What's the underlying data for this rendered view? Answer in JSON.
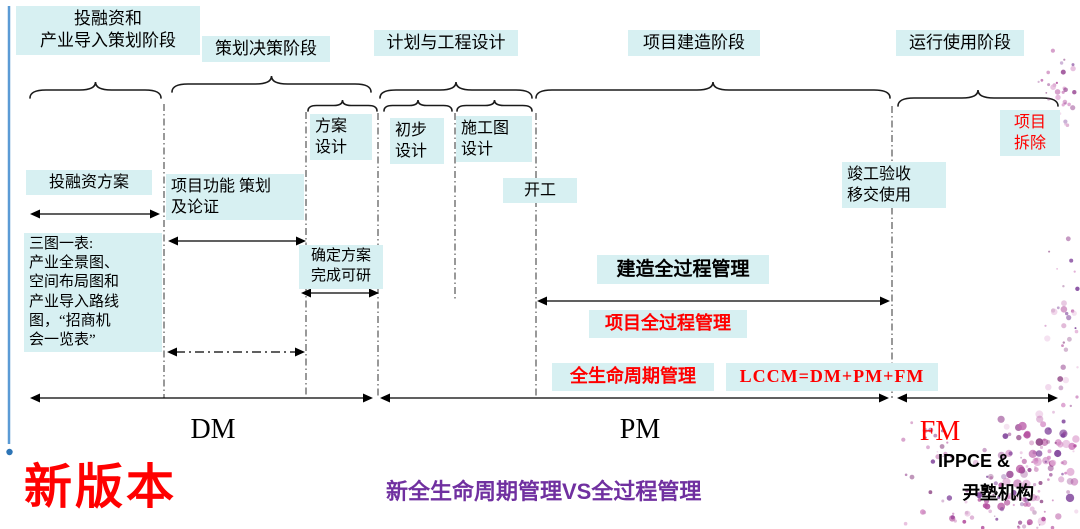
{
  "phases": {
    "p1": "投融资和\n产业导入策划阶段",
    "p2": "策划决策阶段",
    "p3": "计划与工程设计",
    "p4": "项目建造阶段",
    "p5": "运行使用阶段"
  },
  "stages": {
    "scheme": "方案\n设计",
    "preliminary": "初步\n设计",
    "construction_drawing": "施工图\n设计",
    "demolition": "项目\n拆除"
  },
  "milestones": {
    "financing_plan": "投融资方案",
    "function_planning": "项目功能 策划\n及论证",
    "three_one_table": "三图一表:\n产业全景图、\n空间布局图和\n产业导入路线\n图，“招商机\n会一览表”",
    "confirm_scheme": "确定方案\n完成可研",
    "kickoff": "开工",
    "completion": "竣工验收\n移交使用"
  },
  "management": {
    "construction_full": "建造全过程管理",
    "project_full": "项目全过程管理",
    "lifecycle": "全生命周期管理",
    "formula": "LCCM=DM+PM+FM"
  },
  "segments": {
    "dm": "DM",
    "pm": "PM",
    "fm": "FM"
  },
  "footer": {
    "new_version": "新版本",
    "subtitle": "新全生命周期管理VS全过程管理",
    "org_line1": "IPPCE &",
    "org_line2": "尹塾机构"
  },
  "colors": {
    "highlight": "#d7f0f2",
    "red": "#ff0000",
    "purple": "#7030a0",
    "accent_blue": "#5b9bd5",
    "particle_pink": "#b4509e"
  }
}
